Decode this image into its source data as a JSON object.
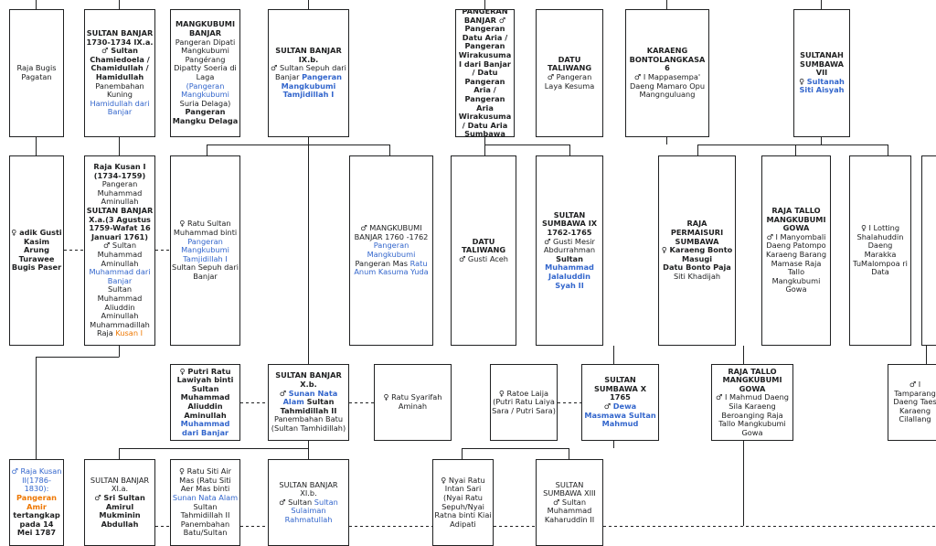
{
  "colors": {
    "line": "#202122",
    "link": "#3366cc",
    "highlight": "#ee7700"
  },
  "nodes": [
    {
      "id": "raja-bugis-pagatan",
      "lines": [
        [
          {
            "t": "Raja Bugis Pagatan"
          }
        ]
      ]
    },
    {
      "id": "sultan-banjar-ix-a",
      "lines": [
        [
          {
            "t": "SULTAN BANJAR 1730-1734 IX.a.",
            "s": "b"
          }
        ],
        [
          {
            "t": "♂ Sultan Chamiedoela / Chamidullah / Hamidullah",
            "s": "b"
          }
        ],
        [
          {
            "t": "Panembahan Kuning"
          }
        ],
        [
          {
            "t": "Hamidullah dari Banjar",
            "s": "lk"
          }
        ]
      ]
    },
    {
      "id": "mangkubumi-banjar",
      "lines": [
        [
          {
            "t": "MANGKUBUMI BANJAR",
            "s": "b"
          }
        ],
        [
          {
            "t": "Pangeran Dipati Mangkubumi Pangérang Dipatty Soeria di Laga"
          }
        ],
        [
          {
            "t": "(Pangeran Mangkubumi",
            "s": "lk"
          }
        ],
        [
          {
            "t": "Suria Delaga)"
          }
        ],
        [
          {
            "t": "Pangeran Mangku Delaga",
            "s": "b"
          }
        ]
      ]
    },
    {
      "id": "sultan-banjar-ix-b",
      "lines": [
        [
          {
            "t": "SULTAN BANJAR IX.b.",
            "s": "b"
          }
        ],
        [
          {
            "t": "♂ Sultan Sepuh dari Banjar "
          },
          {
            "t": "Pangeran Mangkubumi Tamjidillah I",
            "s": "lk b"
          }
        ]
      ]
    },
    {
      "id": "pangeran-banjar-datu-aria",
      "lines": [
        [
          {
            "t": "PANGERAN BANJAR ♂",
            "s": "b"
          }
        ],
        [
          {
            "t": "Pangeran Datu Aria / Pangeran Wirakusuma I dari Banjar / Datu Pangeran Aria / Pangeran Aria Wirakusuma / Datu Aria Sumbawa",
            "s": "b"
          }
        ]
      ]
    },
    {
      "id": "datu-taliwang-top",
      "lines": [
        [
          {
            "t": "DATU TALIWANG",
            "s": "b"
          }
        ],
        [
          {
            "t": "♂ Pangeran Laya Kesuma"
          }
        ]
      ]
    },
    {
      "id": "karaeng-bontolangkasa",
      "lines": [
        [
          {
            "t": "KARAENG BONTOLANGKASA 6",
            "s": "b"
          }
        ],
        [
          {
            "t": "♂ I Mappasempa' Daeng Mamaro Opu Mangnguluang"
          }
        ]
      ]
    },
    {
      "id": "sultanah-sumbawa-vii",
      "lines": [
        [
          {
            "t": "SULTANAH SUMBAWA VII",
            "s": "b"
          }
        ],
        [
          {
            "t": "♀ "
          },
          {
            "t": "Sultanah Siti Aisyah",
            "s": "lk b"
          }
        ]
      ]
    },
    {
      "id": "adik-gusti-kasim",
      "lines": [
        [
          {
            "t": "♀ adik Gusti Kasim Arung Turawee Bugis Paser",
            "s": "b"
          }
        ]
      ]
    },
    {
      "id": "raja-kusan-i",
      "lines": [
        [
          {
            "t": "Raja Kusan I (1734-1759)",
            "s": "b"
          }
        ],
        [
          {
            "t": "Pangeran Muhammad Aminullah"
          }
        ],
        [
          {
            "t": "SULTAN BANJAR X.a.(3 Agustus 1759-Wafat 16 Januari 1761)",
            "s": "b"
          }
        ],
        [
          {
            "t": "♂ Sultan Muhammad Aminullah "
          },
          {
            "t": "Muhammad dari Banjar",
            "s": "lk"
          }
        ],
        [
          {
            "t": "Sultan Muhammad Aliuddin Aminullah Muhammadillah Raja "
          },
          {
            "t": "Kusan I",
            "s": "ok"
          }
        ]
      ]
    },
    {
      "id": "ratu-sultan-muhammad",
      "lines": [
        [
          {
            "t": "♀ Ratu Sultan Muhammad binti "
          },
          {
            "t": "Pangeran Mangkubumi Tamjidillah I",
            "s": "lk"
          }
        ],
        [
          {
            "t": "Sultan Sepuh dari Banjar"
          }
        ]
      ]
    },
    {
      "id": "mangkubumi-banjar-1760",
      "lines": [
        [
          {
            "t": "♂ MANGKUBUMI BANJAR 1760 -1762 "
          },
          {
            "t": "Pangeran Mangkubumi",
            "s": "lk"
          }
        ],
        [
          {
            "t": "Pangeran Mas "
          },
          {
            "t": "Ratu Anum Kasuma Yuda",
            "s": "lk"
          }
        ]
      ]
    },
    {
      "id": "datu-taliwang-mid",
      "lines": [
        [
          {
            "t": "DATU TALIWANG",
            "s": "b"
          }
        ],
        [
          {
            "t": "♂ Gusti Aceh"
          }
        ]
      ]
    },
    {
      "id": "sultan-sumbawa-ix",
      "lines": [
        [
          {
            "t": "SULTAN SUMBAWA IX 1762-1765",
            "s": "b"
          }
        ],
        [
          {
            "t": "♂ Gusti Mesir Abdurrahman"
          }
        ],
        [
          {
            "t": "Sultan ",
            "s": "b"
          },
          {
            "t": "Muhammad Jalaluddin Syah II",
            "s": "lk b"
          }
        ]
      ]
    },
    {
      "id": "raja-permaisuri-sumbawa",
      "lines": [
        [
          {
            "t": "RAJA PERMAISURI SUMBAWA",
            "s": "b"
          }
        ],
        [
          {
            "t": "♀ Karaeng Bonto Masugi",
            "s": "b"
          }
        ],
        [
          {
            "t": "Datu Bonto Paja",
            "s": "b"
          }
        ],
        [
          {
            "t": "Siti Khadijah"
          }
        ]
      ]
    },
    {
      "id": "raja-tallo-mangkubumi-1",
      "lines": [
        [
          {
            "t": "RAJA TALLO MANGKUBUMI GOWA",
            "s": "b"
          }
        ],
        [
          {
            "t": "♂ I Manyombali Daeng Patompo Karaeng Barang Mamase Raja Tallo Mangkubumi Gowa"
          }
        ]
      ]
    },
    {
      "id": "i-lotting",
      "lines": [
        [
          {
            "t": "♀ I Lotting Shalahuddin Daeng Marakka TuMalompoa ri Data"
          }
        ]
      ]
    },
    {
      "id": "putri-ratu-lawiyah",
      "lines": [
        [
          {
            "t": "♀ Putri Ratu Lawiyah binti Sultan Muhammad Aliuddin Aminullah",
            "s": "b"
          }
        ],
        [
          {
            "t": "Muhammad dari Banjar",
            "s": "lk b"
          }
        ]
      ]
    },
    {
      "id": "sultan-banjar-x-b",
      "lines": [
        [
          {
            "t": "SULTAN BANJAR X.b.",
            "s": "b"
          }
        ],
        [
          {
            "t": "♂ "
          },
          {
            "t": "Sunan Nata Alam",
            "s": "lk b"
          },
          {
            "t": " Sultan Tahmidillah II",
            "s": "b"
          }
        ],
        [
          {
            "t": "Panembahan Batu (Sultan Tamhidillah)"
          }
        ]
      ]
    },
    {
      "id": "ratu-syarifah-aminah",
      "lines": [
        [
          {
            "t": "♀ Ratu Syarifah Aminah"
          }
        ]
      ]
    },
    {
      "id": "ratoe-laija",
      "lines": [
        [
          {
            "t": "♀ Ratoe Laija (Putri Ratu Laiya Sara / Putri Sara)"
          }
        ]
      ]
    },
    {
      "id": "sultan-sumbawa-x",
      "lines": [
        [
          {
            "t": "SULTAN SUMBAWA X 1765",
            "s": "b"
          }
        ],
        [
          {
            "t": "♂ "
          },
          {
            "t": "Dewa Masmawa Sultan Mahmud",
            "s": "lk b"
          }
        ]
      ]
    },
    {
      "id": "raja-tallo-mangkubumi-2",
      "lines": [
        [
          {
            "t": "RAJA TALLO MANGKUBUMI GOWA",
            "s": "b"
          }
        ],
        [
          {
            "t": "♂ I Mahmud Daeng Sila Karaeng Beroanging Raja Tallo Mangkubumi Gowa"
          }
        ]
      ]
    },
    {
      "id": "tamparang",
      "lines": [
        [
          {
            "t": "♂ I Tamparang Daeng Taes Karaeng Cilallang"
          }
        ]
      ]
    },
    {
      "id": "raja-kusan-ii",
      "lines": [
        [
          {
            "t": "♂ Raja Kusan II(1786-1830):",
            "s": "lk"
          }
        ],
        [
          {
            "t": "Pangeran Amir",
            "s": "ok b"
          }
        ],
        [
          {
            "t": "tertangkap pada 14 Mei 1787",
            "s": "b"
          }
        ]
      ]
    },
    {
      "id": "sultan-banjar-xi-a",
      "lines": [
        [
          {
            "t": "SULTAN BANJAR XI.a."
          }
        ],
        [
          {
            "t": "♂ Sri Sultan Amirul Mukminin Abdullah",
            "s": "b"
          }
        ]
      ]
    },
    {
      "id": "ratu-siti-air-mas",
      "lines": [
        [
          {
            "t": "♀ Ratu Siti Air Mas (Ratu Siti Aer Mas binti "
          },
          {
            "t": "Sunan Nata Alam",
            "s": "lk"
          },
          {
            "t": " Sultan Tahmidillah II Panembahan Batu/Sultan"
          }
        ]
      ]
    },
    {
      "id": "sultan-banjar-xi-b",
      "lines": [
        [
          {
            "t": "SULTAN BANJAR XI.b."
          }
        ],
        [
          {
            "t": "♂ Sultan "
          },
          {
            "t": "Sultan Sulaiman Rahmatullah",
            "s": "lk"
          }
        ]
      ]
    },
    {
      "id": "nyai-ratu-intan-sari",
      "lines": [
        [
          {
            "t": "♀ Nyai Ratu Intan Sari (Nyai Ratu Sepuh/Nyai Ratna binti Kiai Adipati"
          }
        ]
      ]
    },
    {
      "id": "sultan-sumbawa-xiii",
      "lines": [
        [
          {
            "t": "SULTAN SUMBAWA XIII"
          }
        ],
        [
          {
            "t": "♂ Sultan Muhammad Kaharuddin II"
          }
        ]
      ]
    }
  ]
}
